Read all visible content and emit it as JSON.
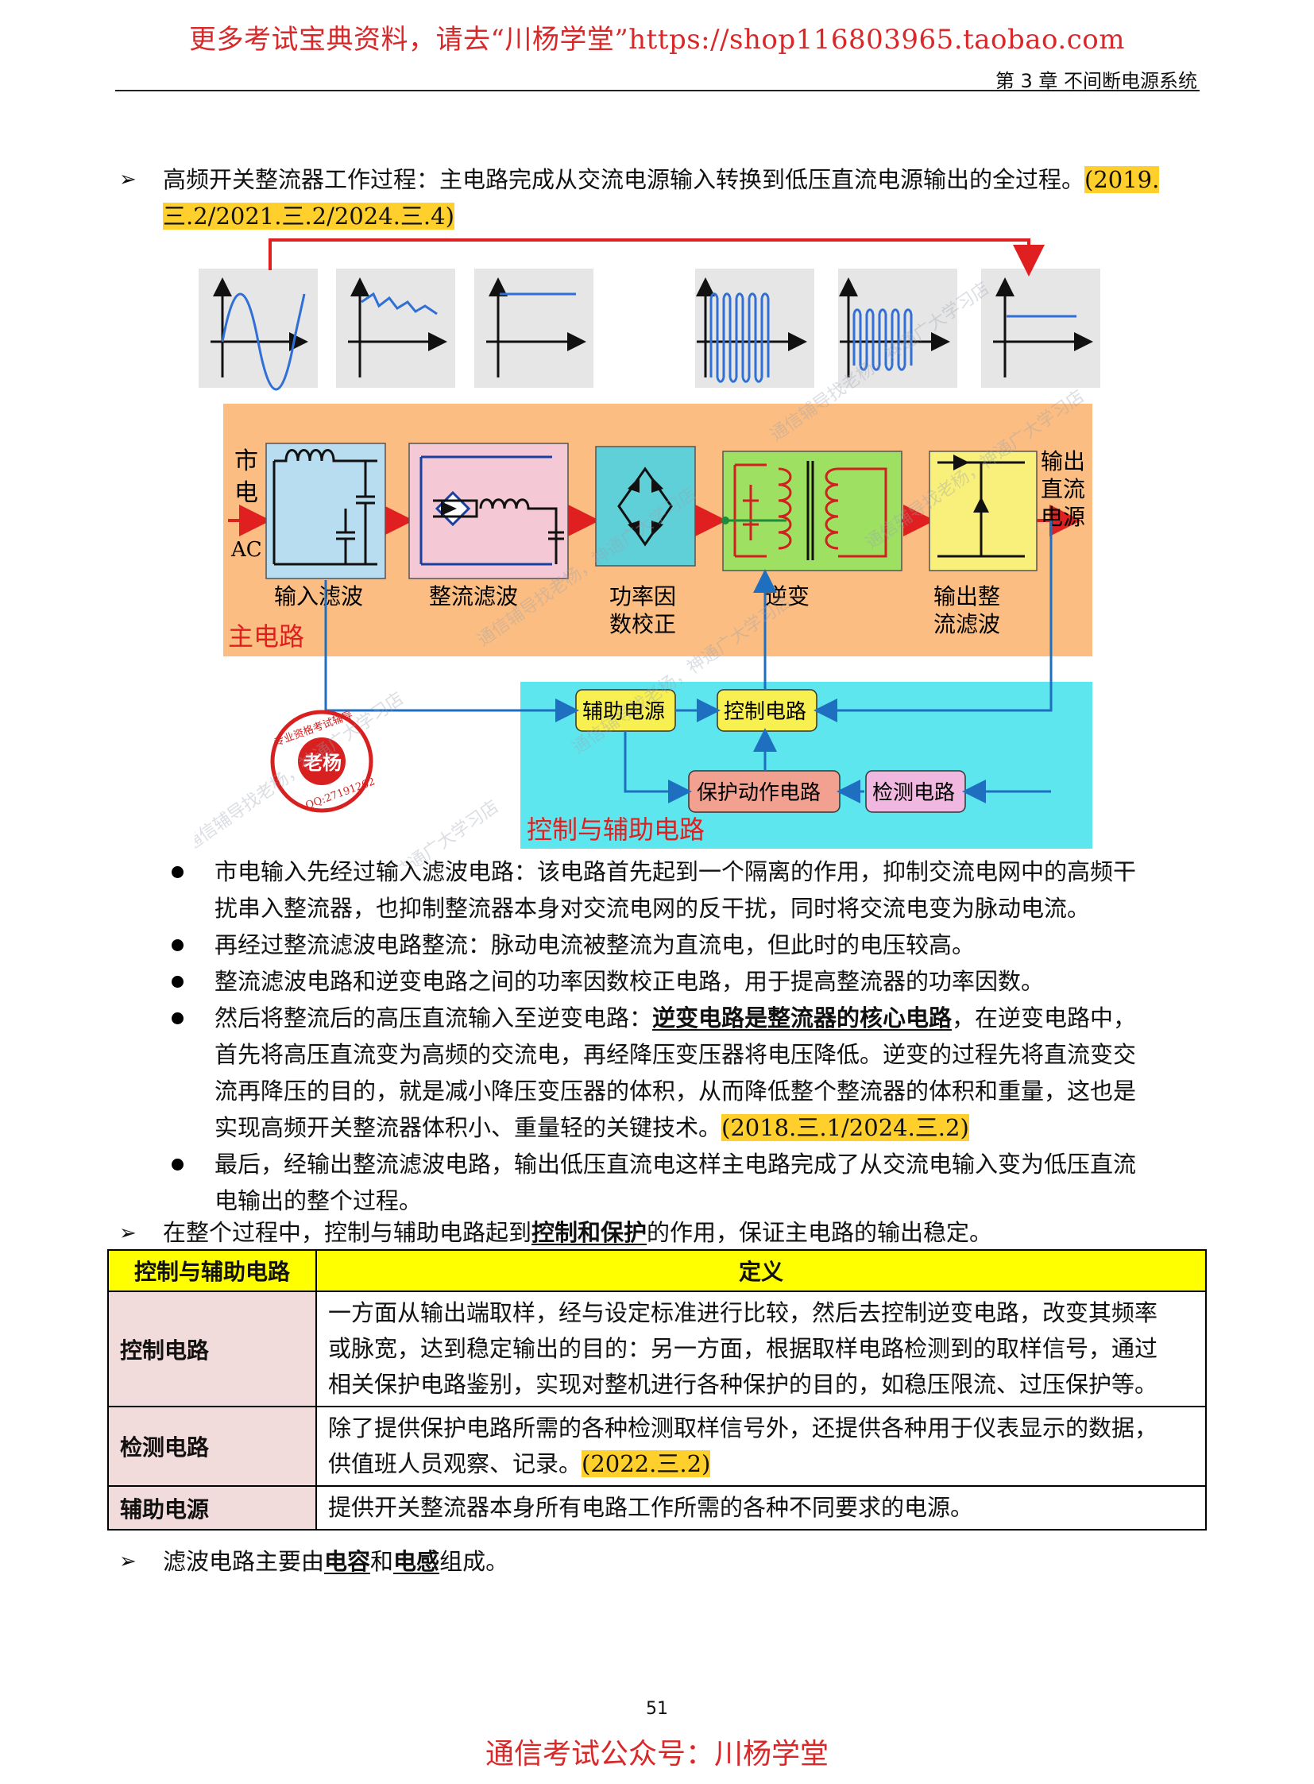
{
  "header": {
    "banner": "更多考试宝典资料，请去“川杨学堂”https://shop116803965.taobao.com",
    "chapter": "第 3 章  不间断电源系统"
  },
  "intro": {
    "text": "高频开关整流器工作过程：主电路完成从交流电源输入转换到低压直流电源输出的全过程。",
    "tag_line1": "(2019.",
    "tag_line2": "三.2/2021.三.2/2024.三.4)"
  },
  "diagram": {
    "input_label_1": "市",
    "input_label_2": "电",
    "input_label_3": "AC",
    "output_label_1": "输出",
    "output_label_2": "直流",
    "output_label_3": "电源",
    "blocks": [
      "输入滤波",
      "整流滤波",
      "功率因",
      "数校正",
      "逆变",
      "输出整",
      "流滤波"
    ],
    "main_circuit": "主电路",
    "aux_section": "控制与辅助电路",
    "aux_power": "辅助电源",
    "control": "控制电路",
    "protection": "保护动作电路",
    "detection": "检测电路",
    "stamp_center": "老杨",
    "stamp_ring": "专业资格考试辅导",
    "stamp_qq": "QQ:27191262",
    "watermark": "通信辅导找老杨，神通广大学习店"
  },
  "bullets": [
    {
      "lines": [
        "市电输入先经过输入滤波电路：该电路首先起到一个隔离的作用，抑制交流电网中的高频干",
        "扰串入整流器，也抑制整流器本身对交流电网的反干扰，同时将交流电变为脉动电流。"
      ]
    },
    {
      "lines": [
        "再经过整流滤波电路整流：脉动电流被整流为直流电，但此时的电压较高。"
      ]
    },
    {
      "lines": [
        "整流滤波电路和逆变电路之间的功率因数校正电路，用于提高整流器的功率因数。"
      ]
    },
    {
      "line1_a": "然后将整流后的高压直流输入至逆变电路：",
      "line1_b": "逆变电路是整流器的核心电路",
      "line1_c": "，在逆变电路中，",
      "line2": "首先将高压直流变为高频的交流电，再经降压变压器将电压降低。逆变的过程先将直流变交",
      "line3": "流再降压的目的，就是减小降压变压器的体积，从而降低整个整流器的体积和重量，这也是",
      "line4": "实现高频开关整流器体积小、重量轻的关键技术。",
      "tag": "(2018.三.1/2024.三.2)"
    },
    {
      "lines": [
        "最后，经输出整流滤波电路，输出低压直流电这样主电路完成了从交流电输入变为低压直流",
        "电输出的整个过程。"
      ]
    }
  ],
  "process_note": {
    "a": "在整个过程中，控制与辅助电路起到",
    "b": "控制和保护",
    "c": "的作用，保证主电路的输出稳定。"
  },
  "table": {
    "headers": [
      "控制与辅助电路",
      "定义"
    ],
    "rows": [
      {
        "name": "控制电路",
        "lines": [
          "一方面从输出端取样，经与设定标准进行比较，然后去控制逆变电路，改变其频率",
          "或脉宽，达到稳定输出的目的：另一方面，根据取样电路检测到的取样信号，通过",
          "相关保护电路鉴别，实现对整机进行各种保护的目的，如稳压限流、过压保护等。"
        ]
      },
      {
        "name": "检测电路",
        "line1": "除了提供保护电路所需的各种检测取样信号外，还提供各种用于仪表显示的数据，",
        "line2": "供值班人员观察、记录。",
        "tag": "(2022.三.2)"
      },
      {
        "name": "辅助电源",
        "lines": [
          "提供开关整流器本身所有电路工作所需的各种不同要求的电源。"
        ]
      }
    ]
  },
  "filter_note": {
    "a": "滤波电路主要由",
    "b": "电容",
    "c": "和",
    "d": "电感",
    "e": "组成。"
  },
  "footer": {
    "page": "51",
    "banner": "通信考试公众号：川杨学堂"
  },
  "bullet_marker": "➢"
}
